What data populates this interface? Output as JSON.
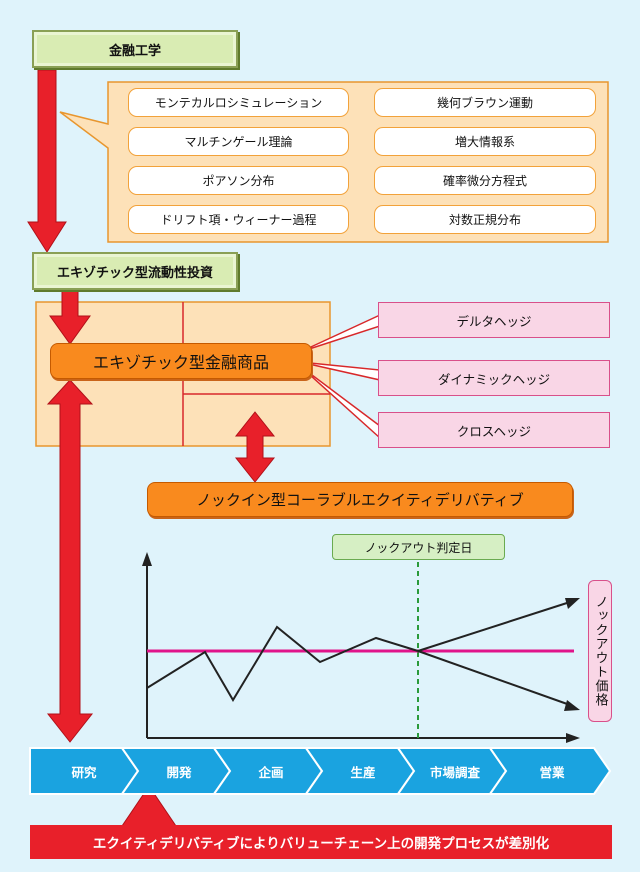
{
  "top_box": "金融工学",
  "theories": [
    "モンテカルロシミュレーション",
    "幾何ブラウン運動",
    "マルチンゲール理論",
    "増大情報系",
    "ポアソン分布",
    "確率微分方程式",
    "ドリフト項・ウィーナー過程",
    "対数正規分布"
  ],
  "investment_box": "エキゾチック型流動性投資",
  "product_box": "エキゾチック型金融商品",
  "hedges": [
    "デルタヘッジ",
    "ダイナミックヘッジ",
    "クロスヘッジ"
  ],
  "callable_box": "ノックイン型コーラブルエクイティデリバティブ",
  "knockout_date": "ノックアウト判定日",
  "knockout_price": "ノックアウト価格",
  "value_chain": [
    "研究",
    "開発",
    "企画",
    "生産",
    "市場調査",
    "営業"
  ],
  "bottom_banner": "エクイティデリバティブによりバリューチェーン上の開発プロセスが差別化",
  "colors": {
    "background": "#dff3fb",
    "red_arrow": "#e8202a",
    "orange_panel": "#fde1b8",
    "knockout_line": "#e0148a",
    "chain_blue": "#1aa3e0"
  }
}
